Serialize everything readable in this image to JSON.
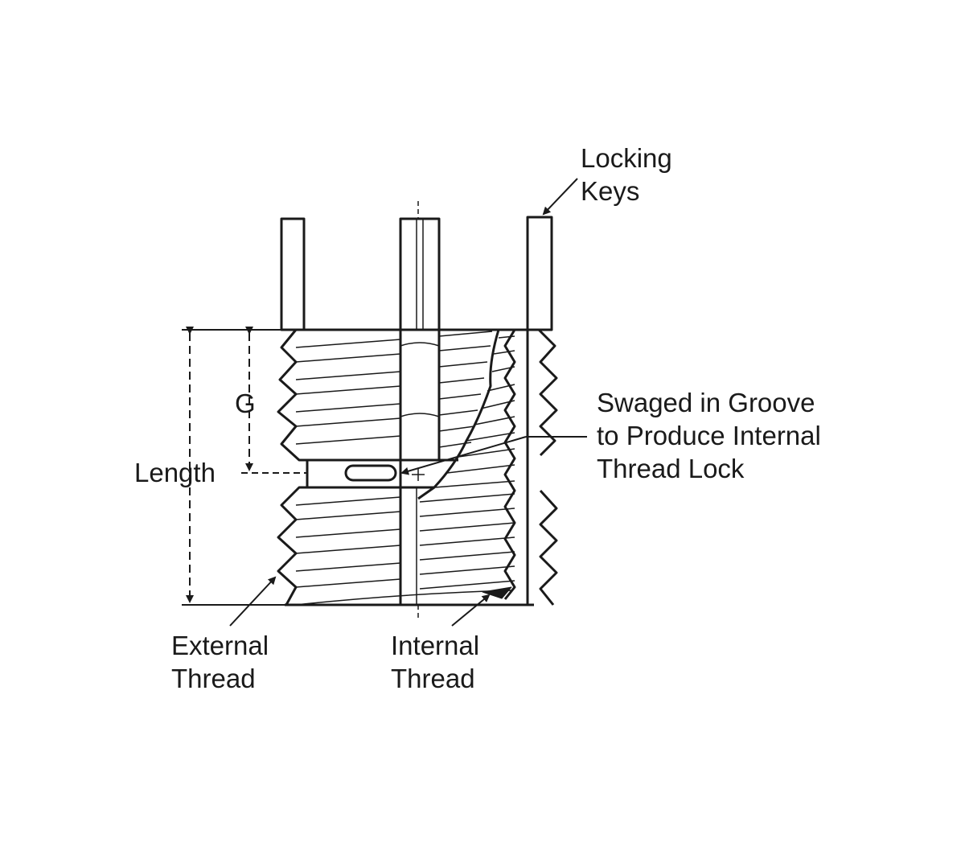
{
  "labels": {
    "locking_keys": [
      "Locking",
      "Keys"
    ],
    "swaged": [
      "Swaged in Groove",
      "to Produce Internal",
      "Thread Lock"
    ],
    "length": "Length",
    "g": "G",
    "external_thread": [
      "External",
      "Thread"
    ],
    "internal_thread": [
      "Internal",
      "Thread"
    ]
  },
  "colors": {
    "ink": "#1a1a1a",
    "background": "#ffffff"
  }
}
